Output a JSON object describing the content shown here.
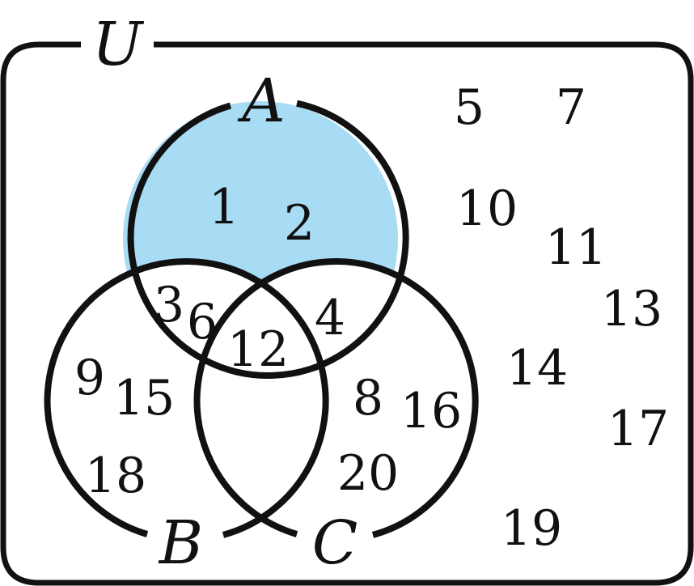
{
  "diagram": {
    "universe_label": "U",
    "sets": [
      {
        "id": "A",
        "label": "A"
      },
      {
        "id": "B",
        "label": "B"
      },
      {
        "id": "C",
        "label": "C"
      }
    ],
    "shaded_region": "A only",
    "shade_color": "#a8dcf5",
    "regions": {
      "a_only": [
        "1",
        "2"
      ],
      "a_and_b_only": [
        "3",
        "6"
      ],
      "a_and_b_and_c": [
        "12"
      ],
      "a_and_c_only": [
        "4"
      ],
      "b_only": [
        "9",
        "15",
        "18"
      ],
      "c_only": [
        "8",
        "16",
        "20"
      ],
      "outside": [
        "5",
        "7",
        "10",
        "11",
        "13",
        "14",
        "17",
        "19"
      ]
    }
  }
}
